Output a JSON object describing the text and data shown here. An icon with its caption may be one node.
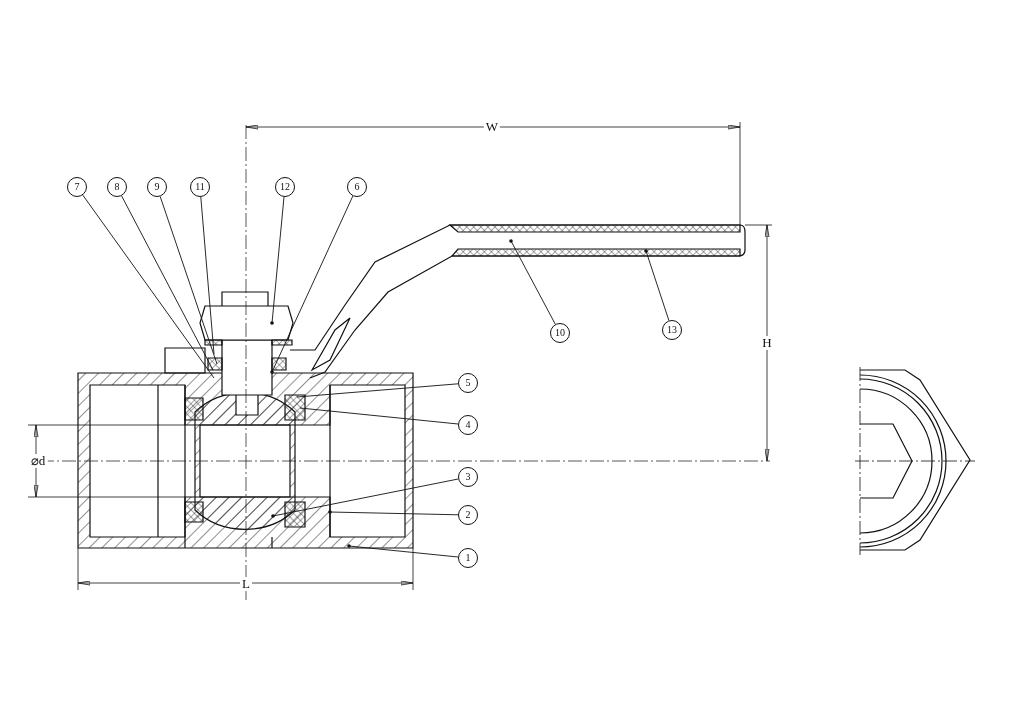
{
  "diagram": {
    "nodes": [
      {
        "text": [
          "7"
        ]
      },
      {
        "text": [
          "8"
        ]
      },
      {
        "text": [
          "9"
        ]
      },
      {
        "text": [
          "11"
        ]
      },
      {
        "text": [
          "12"
        ]
      },
      {
        "text": [
          "6"
        ]
      },
      {
        "text": [
          "10"
        ]
      },
      {
        "text": [
          "13"
        ]
      },
      {
        "text": [
          "5"
        ]
      },
      {
        "text": [
          "4"
        ]
      },
      {
        "text": [
          "3"
        ]
      },
      {
        "text": [
          "2"
        ]
      },
      {
        "text": [
          "1"
        ]
      }
    ],
    "edges": [
      {
        "from": 0,
        "to": null,
        "arrow": "none"
      },
      {
        "from": 1,
        "to": null,
        "arrow": "none"
      },
      {
        "from": 2,
        "to": null,
        "arrow": "none"
      },
      {
        "from": 3,
        "to": null,
        "arrow": "none"
      },
      {
        "from": 4,
        "to": null,
        "arrow": "other"
      },
      {
        "from": 5,
        "to": null,
        "arrow": "other"
      },
      {
        "from": 6,
        "to": null,
        "arrow": "other"
      },
      {
        "from": 7,
        "to": null,
        "arrow": "other"
      },
      {
        "from": 8,
        "to": null,
        "arrow": "none"
      },
      {
        "from": 9,
        "to": null,
        "arrow": "none"
      },
      {
        "from": 10,
        "to": null,
        "arrow": "other"
      },
      {
        "from": 11,
        "to": null,
        "arrow": "other"
      },
      {
        "from": 12,
        "to": null,
        "arrow": "other"
      }
    ],
    "labels": [
      "W",
      "H",
      "⌀d",
      "L"
    ]
  }
}
